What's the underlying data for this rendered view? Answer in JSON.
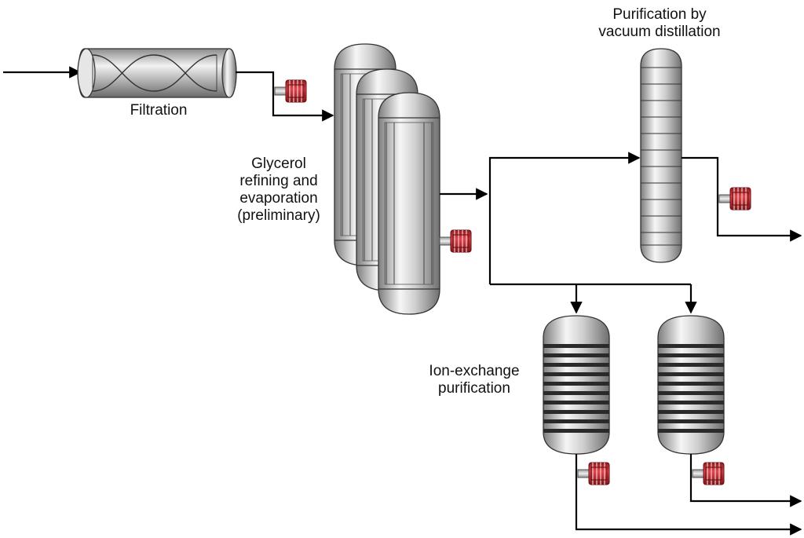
{
  "labels": {
    "filtration": "Filtration",
    "glycerol": [
      "Glycerol",
      "refining and",
      "evaporation",
      "(preliminary)"
    ],
    "distillation": [
      "Purification by",
      "vacuum distillation"
    ],
    "ion_exchange": [
      "Ion-exchange",
      "purification"
    ]
  },
  "colors": {
    "line": "#000000",
    "vessel_light": "#f4f4f4",
    "vessel_dark": "#7d7d7d",
    "pump_red": "#c0282e"
  }
}
